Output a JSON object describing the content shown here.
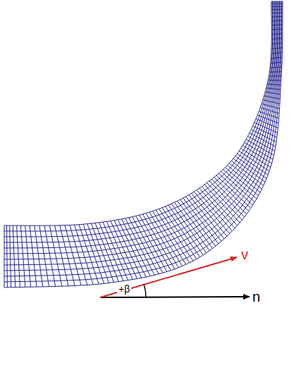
{
  "diagram": {
    "labels": [
      "+β",
      "v",
      "n"
    ]
  }
}
